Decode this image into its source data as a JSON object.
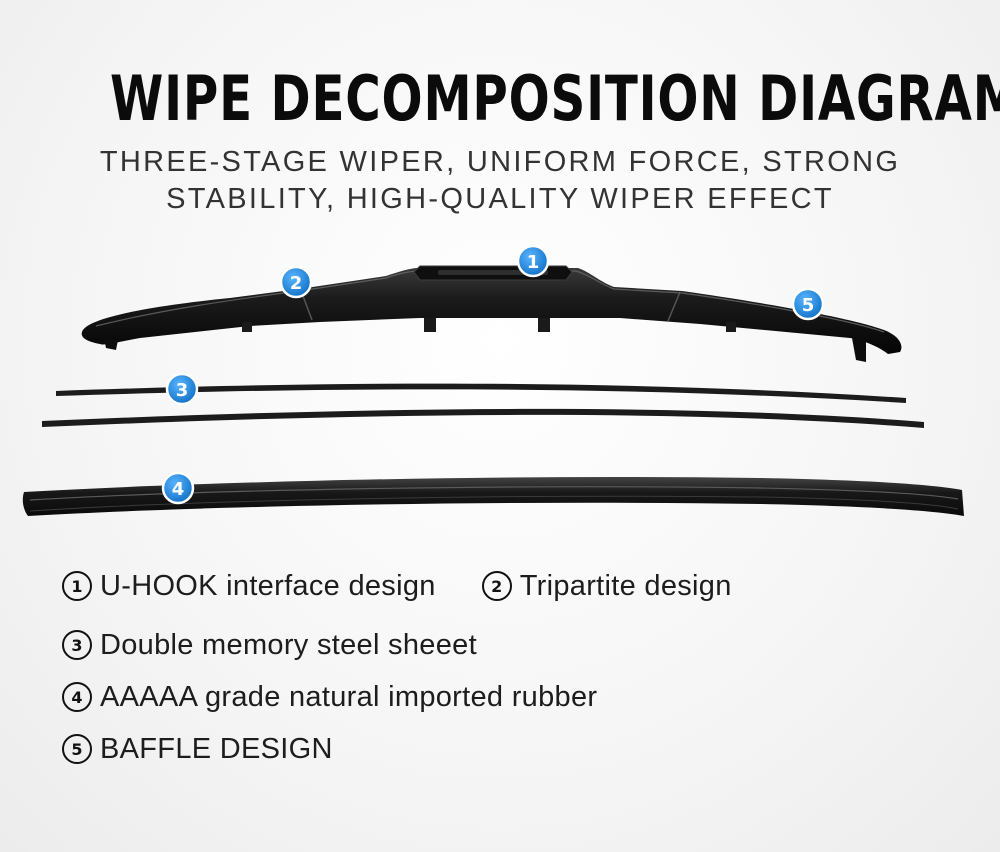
{
  "header": {
    "title": "WIPE DECOMPOSITION DIAGRAM",
    "subtitle_line1": "THREE-STAGE WIPER, UNIFORM FORCE, STRONG",
    "subtitle_line2": "STABILITY, HIGH-QUALITY WIPER EFFECT"
  },
  "colors": {
    "marker_blue": "#1a7fd4",
    "part_black": "#151515"
  },
  "diagram": {
    "markers": [
      {
        "label": "1",
        "part": "center-hook-housing"
      },
      {
        "label": "2",
        "part": "left-section"
      },
      {
        "label": "5",
        "part": "right-section"
      },
      {
        "label": "3",
        "part": "steel-sheets"
      },
      {
        "label": "4",
        "part": "rubber-strip"
      }
    ]
  },
  "legend": {
    "items": [
      {
        "num": "1",
        "text": "U-HOOK interface design"
      },
      {
        "num": "2",
        "text": "Tripartite design"
      },
      {
        "num": "3",
        "text": "Double memory steel sheeet"
      },
      {
        "num": "4",
        "text": "AAAAA grade natural imported rubber"
      },
      {
        "num": "5",
        "text": "BAFFLE DESIGN"
      }
    ]
  }
}
